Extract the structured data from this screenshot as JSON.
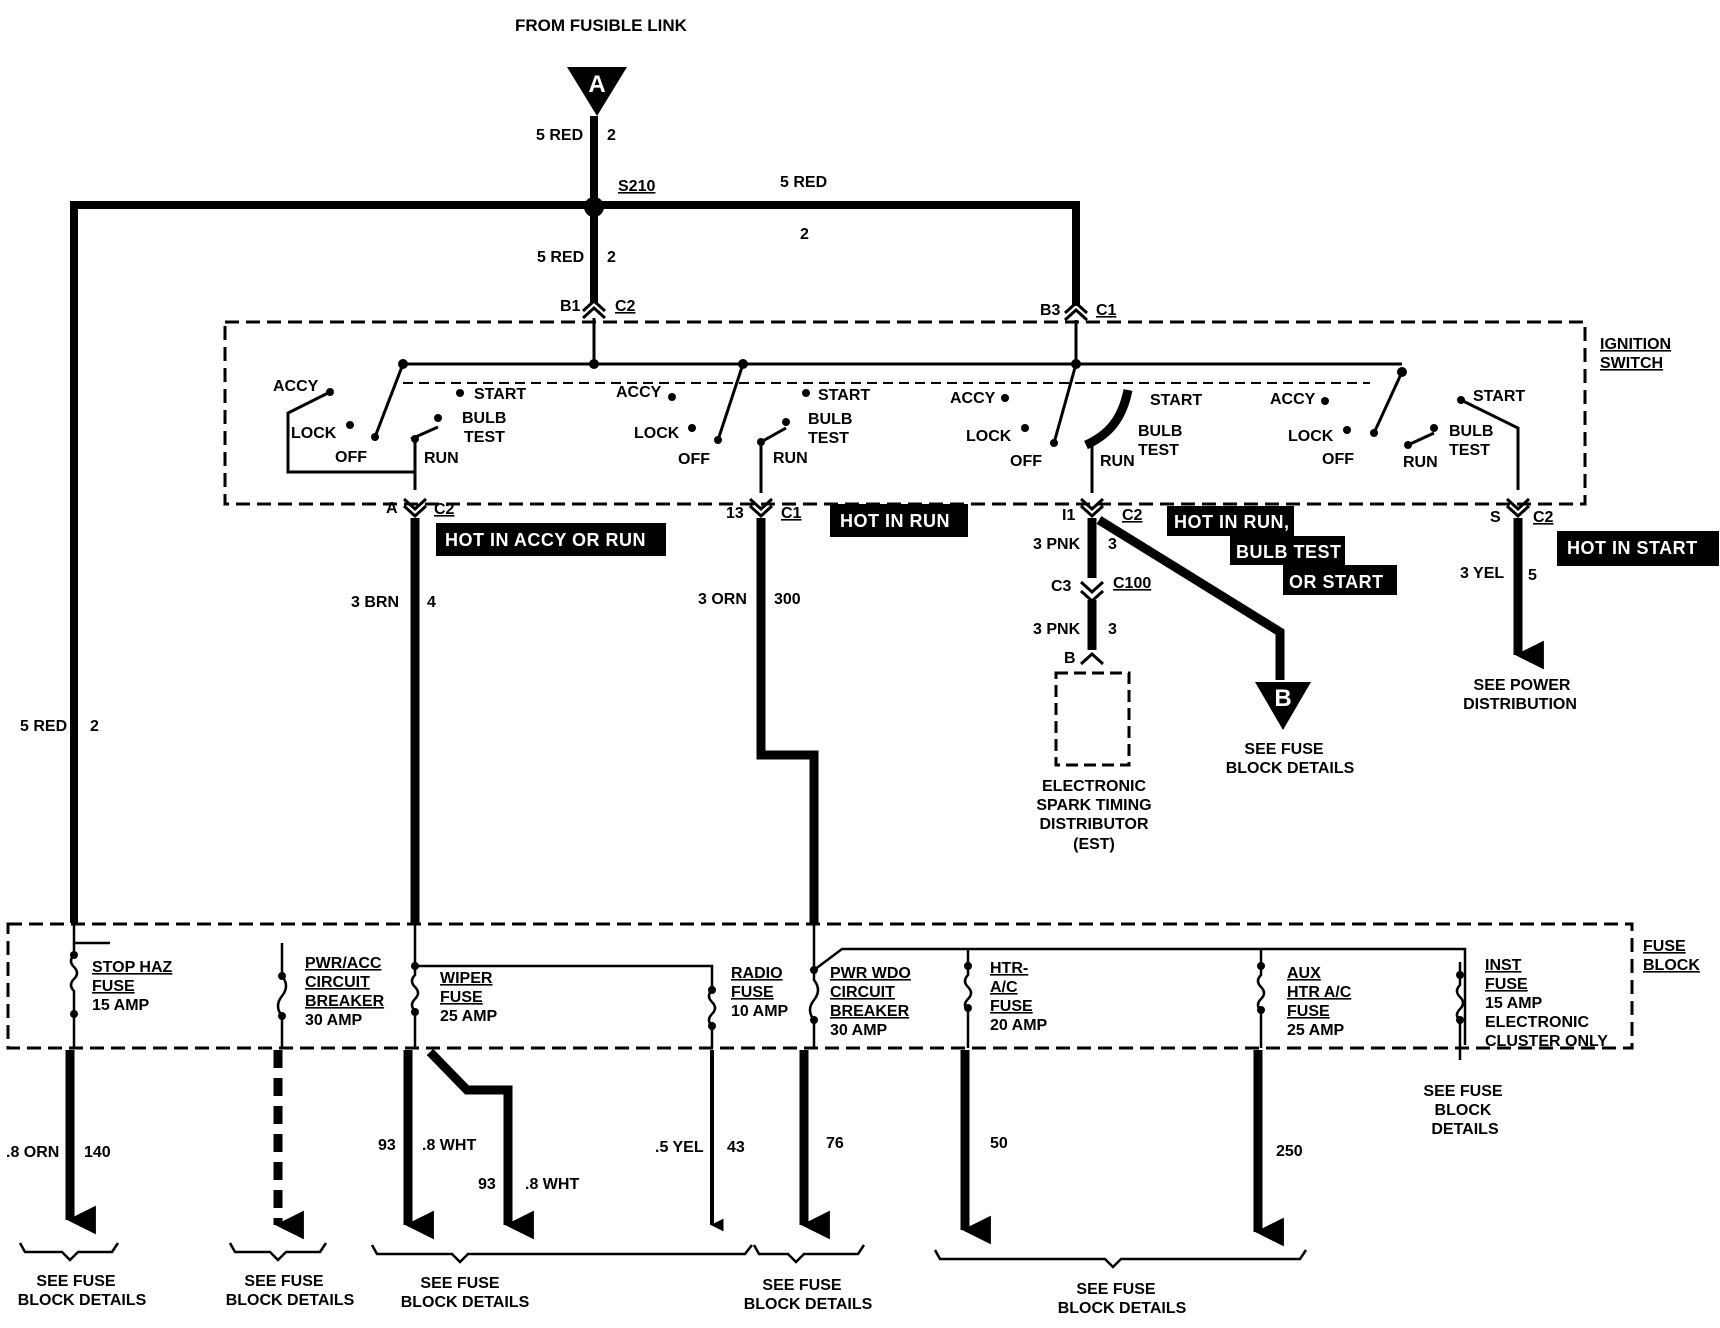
{
  "source": {
    "label": "FROM FUSIBLE LINK",
    "connector": "A"
  },
  "splice": {
    "name": "S210"
  },
  "wires": {
    "feed_top": {
      "gauge": "5 RED",
      "circuit": "2"
    },
    "feed_mid": {
      "gauge": "5 RED",
      "circuit": "2"
    },
    "feed_right": {
      "gauge": "5 RED",
      "circuit": "2"
    },
    "feed_left": {
      "gauge": "5 RED",
      "circuit": "2"
    },
    "accy_out": {
      "gauge": "3 BRN",
      "circuit": "4"
    },
    "run_out": {
      "gauge": "3 ORN",
      "circuit": "300"
    },
    "est_upper": {
      "gauge": "3 PNK",
      "circuit": "3"
    },
    "est_lower": {
      "gauge": "3 PNK",
      "circuit": "3"
    },
    "start_out": {
      "gauge": "3 YEL",
      "circuit": "5"
    },
    "stop_haz": {
      "gauge": ".8 ORN",
      "circuit": "140"
    },
    "wiper_a": {
      "circuit": "93",
      "gauge": ".8 WHT"
    },
    "wiper_b": {
      "circuit": "93",
      "gauge": ".8 WHT"
    },
    "radio": {
      "gauge": ".5 YEL",
      "circuit": "43"
    },
    "pwr_wdo": {
      "circuit": "76"
    },
    "htr": {
      "circuit": "50"
    },
    "aux_htr": {
      "circuit": "250"
    }
  },
  "ignition_switch": {
    "label_1": "IGNITION",
    "label_2": "SWITCH",
    "positions": {
      "accy": "ACCY",
      "lock": "LOCK",
      "off": "OFF",
      "run": "RUN",
      "start": "START",
      "bulb": "BULB",
      "test": "TEST"
    },
    "inputs": [
      {
        "pin": "B1",
        "connector": "C2"
      },
      {
        "pin": "B3",
        "connector": "C1"
      }
    ],
    "outputs": [
      {
        "pin": "A",
        "connector": "C2"
      },
      {
        "pin": "13",
        "connector": "C1"
      },
      {
        "pin": "I1",
        "connector": "C2"
      },
      {
        "pin": "S",
        "connector": "C2"
      }
    ]
  },
  "hot_labels": {
    "accy_run": "HOT IN ACCY OR RUN",
    "run": "HOT IN RUN",
    "run_bulb_1": "HOT IN RUN,",
    "run_bulb_2": "BULB TEST",
    "run_bulb_3": "OR START",
    "start": "HOT IN START"
  },
  "inline_connector": {
    "left": "C3",
    "right": "C100",
    "pin": "B"
  },
  "est": {
    "line1": "ELECTRONIC",
    "line2": "SPARK TIMING",
    "line3": "DISTRIBUTOR",
    "line4": "(EST)"
  },
  "connector_b": "B",
  "refs": {
    "see_fuse": "SEE FUSE",
    "block_details": "BLOCK DETAILS",
    "see_power": "SEE POWER",
    "distribution": "DISTRIBUTION",
    "block": "BLOCK",
    "details": "DETAILS"
  },
  "fuse_block": {
    "label_1": "FUSE",
    "label_2": "BLOCK",
    "fuses": [
      {
        "lines": [
          "STOP HAZ",
          "FUSE",
          "15 AMP"
        ]
      },
      {
        "lines": [
          "PWR/ACC",
          "CIRCUIT",
          "BREAKER",
          "30 AMP"
        ]
      },
      {
        "lines": [
          "WIPER",
          "FUSE",
          "25 AMP"
        ]
      },
      {
        "lines": [
          "RADIO",
          "FUSE",
          "10 AMP"
        ]
      },
      {
        "lines": [
          "PWR WDO",
          "CIRCUIT",
          "BREAKER",
          "30 AMP"
        ]
      },
      {
        "lines": [
          "HTR-",
          "A/C",
          "FUSE",
          "20 AMP"
        ]
      },
      {
        "lines": [
          "AUX",
          "HTR A/C",
          "FUSE",
          "25 AMP"
        ]
      },
      {
        "lines": [
          "INST",
          "FUSE",
          "15 AMP",
          "ELECTRONIC",
          "CLUSTER ONLY"
        ]
      }
    ]
  }
}
